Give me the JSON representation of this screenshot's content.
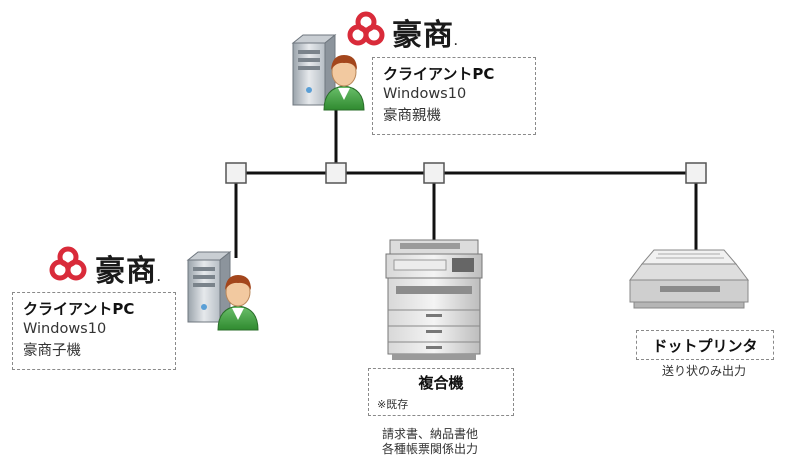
{
  "brand": {
    "name": "豪商"
  },
  "nodes": {
    "parent_pc": {
      "title": "クライアントPC",
      "os": "Windows10",
      "role": "豪商親機"
    },
    "child_pc": {
      "title": "クライアントPC",
      "os": "Windows10",
      "role": "豪商子機"
    },
    "mfp": {
      "title": "複合機",
      "note": "※既存",
      "desc_line1": "請求書、納品書他",
      "desc_line2": "各種帳票関係出力"
    },
    "dot_printer": {
      "title": "ドットプリンタ",
      "desc": "送り状のみ出力"
    }
  },
  "colors": {
    "logo_red": "#d92b3a",
    "person_green": "#3c9a3c",
    "line": "#111111"
  }
}
